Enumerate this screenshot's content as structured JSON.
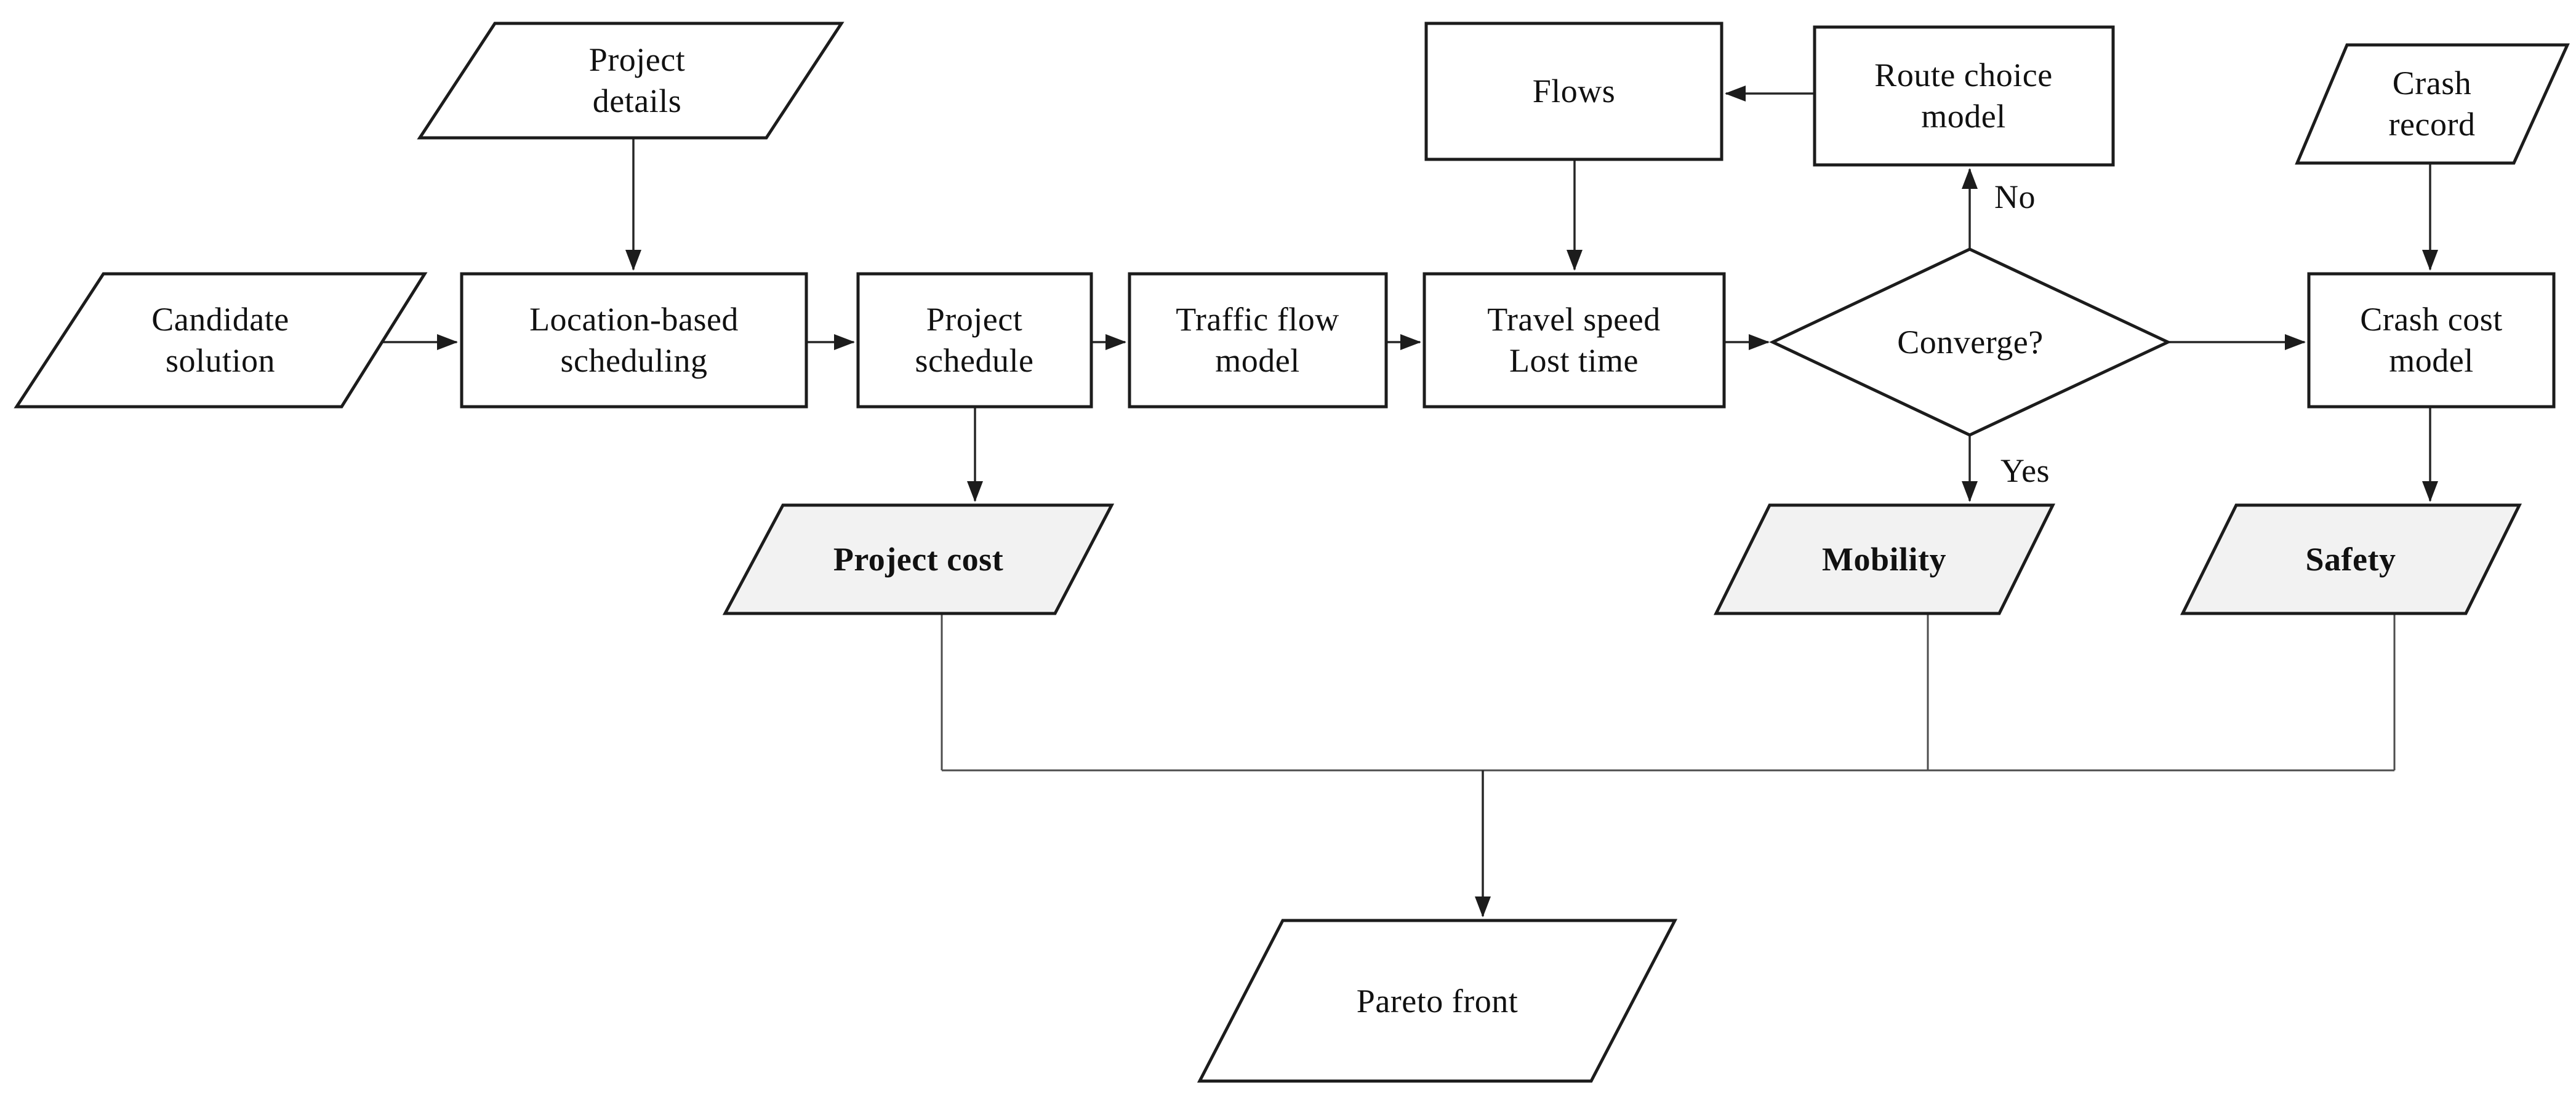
{
  "diagram": {
    "nodes": {
      "project_details": {
        "shape": "parallelogram",
        "fill": "white",
        "lines": [
          "Project",
          "details"
        ]
      },
      "candidate_solution": {
        "shape": "parallelogram",
        "fill": "white",
        "lines": [
          "Candidate",
          "solution"
        ]
      },
      "location_based_scheduling": {
        "shape": "rectangle",
        "fill": "white",
        "lines": [
          "Location-based",
          "scheduling"
        ]
      },
      "project_schedule": {
        "shape": "rectangle",
        "fill": "white",
        "lines": [
          "Project",
          "schedule"
        ]
      },
      "traffic_flow_model": {
        "shape": "rectangle",
        "fill": "white",
        "lines": [
          "Traffic flow",
          "model"
        ]
      },
      "flows": {
        "shape": "rectangle",
        "fill": "white",
        "lines": [
          "Flows"
        ]
      },
      "route_choice_model": {
        "shape": "rectangle",
        "fill": "white",
        "lines": [
          "Route choice",
          "model"
        ]
      },
      "travel_speed_lost_time": {
        "shape": "rectangle",
        "fill": "white",
        "lines": [
          "Travel speed",
          "Lost time"
        ]
      },
      "converge": {
        "shape": "diamond",
        "fill": "white",
        "lines": [
          "Converge?"
        ]
      },
      "crash_record": {
        "shape": "parallelogram",
        "fill": "white",
        "lines": [
          "Crash",
          "record"
        ]
      },
      "crash_cost_model": {
        "shape": "rectangle",
        "fill": "white",
        "lines": [
          "Crash cost",
          "model"
        ]
      },
      "project_cost": {
        "shape": "parallelogram",
        "fill": "shaded",
        "lines": [
          "Project cost"
        ],
        "emphasis": "bold"
      },
      "mobility": {
        "shape": "parallelogram",
        "fill": "shaded",
        "lines": [
          "Mobility"
        ],
        "emphasis": "bold"
      },
      "safety": {
        "shape": "parallelogram",
        "fill": "shaded",
        "lines": [
          "Safety"
        ],
        "emphasis": "bold"
      },
      "pareto_front": {
        "shape": "parallelogram",
        "fill": "white",
        "lines": [
          "Pareto front"
        ]
      }
    },
    "edge_labels": {
      "no": "No",
      "yes": "Yes"
    },
    "edges": [
      {
        "from": "project_details",
        "to": "location_based_scheduling"
      },
      {
        "from": "candidate_solution",
        "to": "location_based_scheduling"
      },
      {
        "from": "location_based_scheduling",
        "to": "project_schedule"
      },
      {
        "from": "project_schedule",
        "to": "traffic_flow_model"
      },
      {
        "from": "traffic_flow_model",
        "to": "travel_speed_lost_time"
      },
      {
        "from": "route_choice_model",
        "to": "flows"
      },
      {
        "from": "flows",
        "to": "travel_speed_lost_time"
      },
      {
        "from": "travel_speed_lost_time",
        "to": "converge"
      },
      {
        "from": "converge",
        "to": "route_choice_model",
        "label": "No"
      },
      {
        "from": "converge",
        "to": "mobility",
        "label": "Yes"
      },
      {
        "from": "converge",
        "to": "crash_cost_model"
      },
      {
        "from": "crash_record",
        "to": "crash_cost_model"
      },
      {
        "from": "project_schedule",
        "to": "project_cost"
      },
      {
        "from": "crash_cost_model",
        "to": "safety"
      },
      {
        "from": "project_cost",
        "to": "pareto_front"
      },
      {
        "from": "mobility",
        "to": "pareto_front"
      },
      {
        "from": "safety",
        "to": "pareto_front"
      }
    ],
    "colors": {
      "shape_stroke": "#1c1c1c",
      "shaded_fill": "#f2f2f2",
      "white_fill": "#ffffff",
      "connector": "#262626",
      "bus_line": "#4d4d4d",
      "text": "#111111"
    }
  }
}
